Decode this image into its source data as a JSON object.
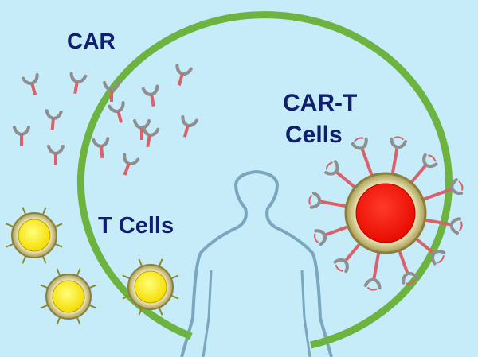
{
  "labels": {
    "car": "CAR",
    "cart_line1": "CAR-T",
    "cart_line2": "Cells",
    "tcells": "T Cells"
  },
  "colors": {
    "background": "#c6ecf9",
    "ring": "#6db33f",
    "text": "#0f1f6e",
    "receptor_stem": "#d9626a",
    "receptor_arms": "#8f8f8f",
    "tcell_core": "#ffee00",
    "tcell_rim": "#c9c27a",
    "cart_core": "#ff1a10",
    "human_outline": "#7aa6be"
  }
}
